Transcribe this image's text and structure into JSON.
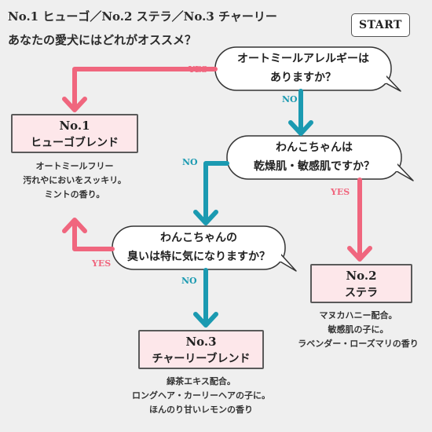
{
  "header": {
    "title_line1": "No.1 ヒューゴ／No.2 ステラ／No.3 チャーリー",
    "title_line2": "あなたの愛犬にはどれがオススメ？",
    "start_label": "START"
  },
  "questions": [
    {
      "line1": "オートミールアレルギーは",
      "line2": "ありますか？"
    },
    {
      "line1": "わんこちゃんは",
      "line2": "乾燥肌・敏感肌ですか？"
    },
    {
      "line1": "わんこちゃんの",
      "line2": "臭いは特に気になりますか？"
    }
  ],
  "branch_labels": {
    "yes": "YES",
    "no": "NO"
  },
  "results": [
    {
      "number": "No.1",
      "name": "ヒューゴブレンド",
      "desc": [
        "オートミールフリー",
        "汚れやにおいをスッキリ。",
        "ミントの香り。"
      ]
    },
    {
      "number": "No.2",
      "name": "ステラ",
      "desc": [
        "マヌカハニー配合。",
        "敏感肌の子に。",
        "ラベンダー・ローズマリの香り"
      ]
    },
    {
      "number": "No.3",
      "name": "チャーリーブレンド",
      "desc": [
        "緑茶エキス配合。",
        "ロングヘア・カーリーヘアの子に。",
        "ほんのり甘いレモンの香り"
      ]
    }
  ],
  "colors": {
    "yes_arrow": "#f0667e",
    "no_arrow": "#1b9ab1",
    "result_fill": "#fde7ea",
    "background": "#efefef"
  }
}
